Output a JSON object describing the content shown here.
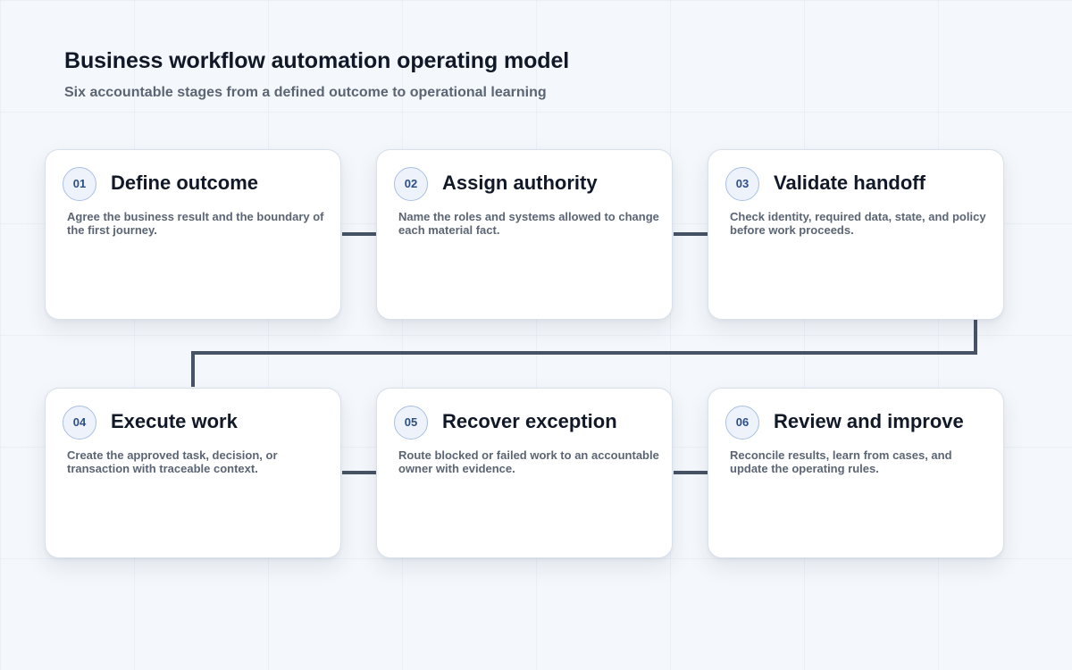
{
  "header": {
    "title": "Business workflow automation operating model",
    "subtitle": "Six accountable stages from a defined outcome to operational learning"
  },
  "stages": [
    {
      "number": "01",
      "title": "Define outcome",
      "description": "Agree the business result and the boundary of the first journey."
    },
    {
      "number": "02",
      "title": "Assign authority",
      "description": "Name the roles and systems allowed to change each material fact."
    },
    {
      "number": "03",
      "title": "Validate handoff",
      "description": "Check identity, required data, state, and policy before work proceeds."
    },
    {
      "number": "04",
      "title": "Execute work",
      "description": "Create the approved task, decision, or transaction with traceable context."
    },
    {
      "number": "05",
      "title": "Recover exception",
      "description": "Route blocked or failed work to an accountable owner with evidence."
    },
    {
      "number": "06",
      "title": "Review and improve",
      "description": "Reconcile results, learn from cases, and update the operating rules."
    }
  ],
  "colors": {
    "connector": "#465364",
    "badge_border": "#a9c0e3",
    "badge_text": "#2d4f86"
  }
}
